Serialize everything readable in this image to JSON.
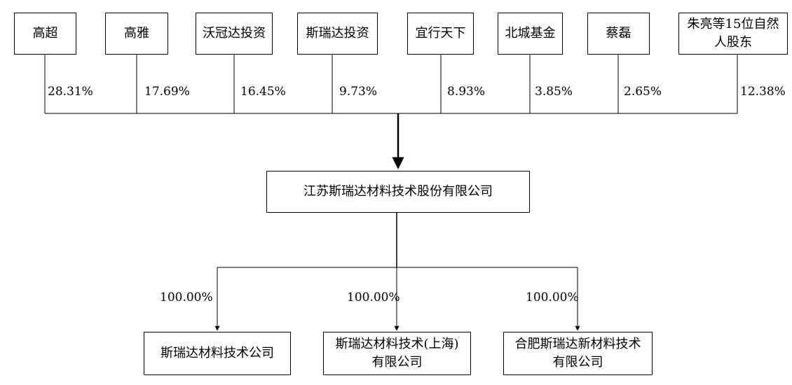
{
  "shareholders": [
    {
      "name": "高超",
      "pct": "28.31%"
    },
    {
      "name": "高雅",
      "pct": "17.69%"
    },
    {
      "name": "沃冠达投资",
      "pct": "16.45%"
    },
    {
      "name": "斯瑞达投资",
      "pct": "9.73%"
    },
    {
      "name": "宜行天下",
      "pct": "8.93%"
    },
    {
      "name": "北城基金",
      "pct": "3.85%"
    },
    {
      "name": "蔡磊",
      "pct": "2.65%"
    },
    {
      "name": "朱亮等15位自然\n人股东",
      "pct": "12.38%"
    }
  ],
  "company": {
    "name": "江苏斯瑞达材料技术股份有限公司"
  },
  "subsidiaries": [
    {
      "name": "斯瑞达材料技术公司",
      "pct": "100.00%"
    },
    {
      "name": "斯瑞达材料技术(上海)\n有限公司",
      "pct": "100.00%"
    },
    {
      "name": "合肥斯瑞达新材料技术\n有限公司",
      "pct": "100.00%"
    }
  ]
}
